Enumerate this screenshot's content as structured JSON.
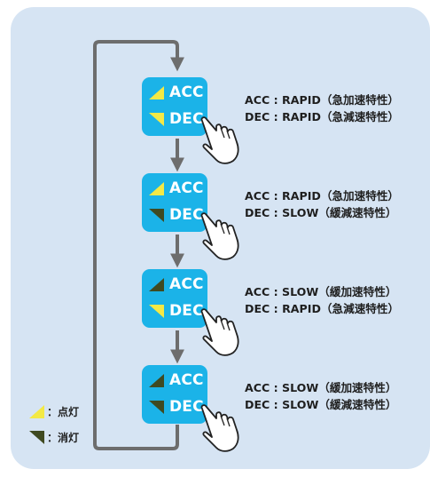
{
  "colors": {
    "panel_bg": "#d6e4f3",
    "box_bg": "#1bb3e8",
    "lit_yellow": "#f3e945",
    "unlit_olive": "#3f4a21",
    "arrow_gray": "#6d6d6d"
  },
  "steps": [
    {
      "acc_label": "ACC",
      "dec_label": "DEC",
      "acc_lamp": "lit",
      "dec_lamp": "lit",
      "acc_text": "ACC : RAPID（急加速特性）",
      "dec_text": "DEC : RAPID（急減速特性）"
    },
    {
      "acc_label": "ACC",
      "dec_label": "DEC",
      "acc_lamp": "lit",
      "dec_lamp": "unlit",
      "acc_text": "ACC : RAPID（急加速特性）",
      "dec_text": "DEC : SLOW（緩減速特性）"
    },
    {
      "acc_label": "ACC",
      "dec_label": "DEC",
      "acc_lamp": "unlit",
      "dec_lamp": "lit",
      "acc_text": "ACC : SLOW（緩加速特性）",
      "dec_text": "DEC : RAPID（急減速特性）"
    },
    {
      "acc_label": "ACC",
      "dec_label": "DEC",
      "acc_lamp": "unlit",
      "dec_lamp": "unlit",
      "acc_text": "ACC : SLOW（緩加速特性）",
      "dec_text": "DEC : SLOW（緩減速特性）"
    }
  ],
  "legend": {
    "lit_label": "：点灯",
    "unlit_label": "：消灯"
  },
  "icons": {
    "lamp": "triangle-indicator-icon",
    "pointer": "pointing-hand-icon",
    "flow": "down-arrow-icon"
  }
}
